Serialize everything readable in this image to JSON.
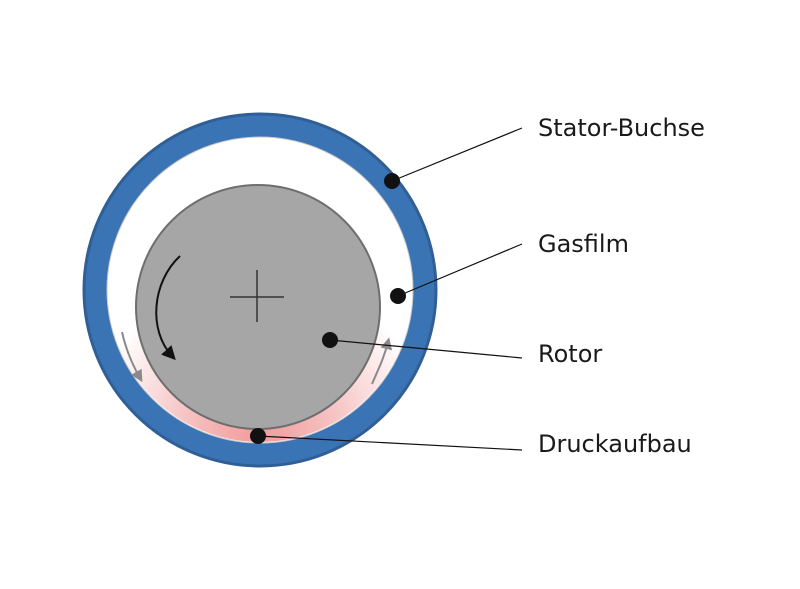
{
  "labels": {
    "stator": "Stator-Buchse",
    "gasfilm": "Gasfilm",
    "rotor": "Rotor",
    "pressure": "Druckaufbau"
  },
  "colors": {
    "stator_blue": "#3a74b4",
    "stator_edge": "#2f5f96",
    "rotor_gray": "#a6a6a6",
    "rotor_edge": "#6e6e6e",
    "pressure_red": "#f2a6a6",
    "leader": "#111111",
    "arrow_gray": "#8a8a8a"
  },
  "icons": {
    "center": "crosshair-icon",
    "rotation": "curved-arrow-icon"
  }
}
